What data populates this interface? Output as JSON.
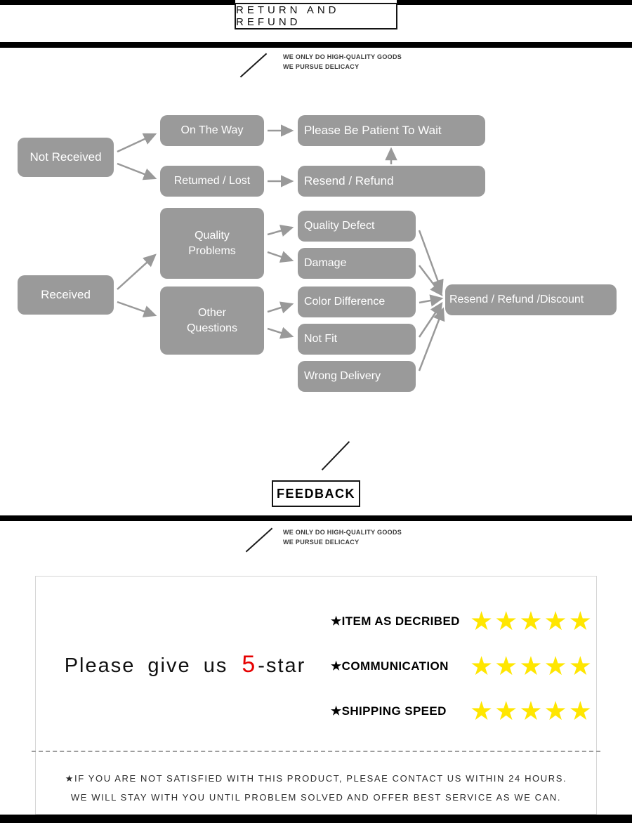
{
  "colors": {
    "node_gray": "#9a9a9a",
    "star_yellow": "#ffe600",
    "accent_red": "#e60000",
    "bar_black": "#000000"
  },
  "return_section": {
    "title": "RETURN AND REFUND",
    "tagline_line1": "WE ONLY DO HIGH-QUALITY GOODS",
    "tagline_line2": "WE PURSUE DELICACY"
  },
  "flowchart": {
    "nodes": {
      "not_received": "Not Received",
      "on_the_way": "On The Way",
      "be_patient": "Please Be Patient To Wait",
      "returned_lost": "Retumed / Lost",
      "resend_refund": "Resend / Refund",
      "received": "Received",
      "quality_problems": "Quality Problems",
      "other_questions": "Other Questions",
      "quality_defect": "Quality Defect",
      "damage": "Damage",
      "color_difference": "Color Difference",
      "not_fit": "Not Fit",
      "wrong_delivery": "Wrong Delivery",
      "resend_refund_discount": "Resend / Refund /Discount"
    }
  },
  "feedback_section": {
    "title": "FEEDBACK",
    "tagline_line1": "WE ONLY DO HIGH-QUALITY GOODS",
    "tagline_line2": "WE PURSUE DELICACY",
    "prompt_prefix": "Please give us ",
    "prompt_number": "5",
    "prompt_suffix": "-star",
    "star_glyph": "★",
    "rating_rows": [
      {
        "label": "★ITEM AS DECRIBED",
        "stars": 5
      },
      {
        "label": "★COMMUNICATION",
        "stars": 5
      },
      {
        "label": "★SHIPPING SPEED",
        "stars": 5
      }
    ],
    "note_line1": "★IF YOU ARE NOT SATISFIED WITH THIS PRODUCT, PLESAE CONTACT US WITHIN 24 HOURS.",
    "note_line2": "WE WILL STAY WITH YOU UNTIL PROBLEM SOLVED AND OFFER BEST SERVICE AS WE CAN."
  }
}
